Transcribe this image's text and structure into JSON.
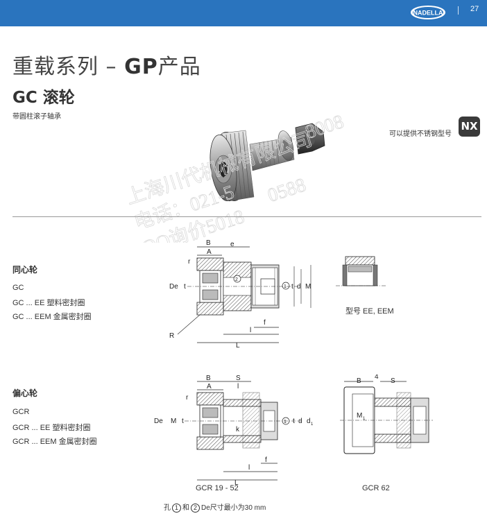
{
  "header": {
    "brand": "NADELLA",
    "page_number": "27"
  },
  "title": {
    "prefix": "重载系列 – ",
    "bold": "GP",
    "suffix": "产品"
  },
  "section": {
    "title": "GC 滚轮",
    "subtitle": "带圆柱滚子轴承"
  },
  "stainless": {
    "note": "可以提供不锈钢型号",
    "badge": "NX"
  },
  "watermark": {
    "line1": "上海川代机械有限公司",
    "line2": "电话：021-5",
    "line3": "QQ询价5018",
    "digits1": "8008",
    "digits2": "0588"
  },
  "concentric": {
    "title": "同心轮",
    "variants": [
      "GC",
      "GC ... EE 塑料密封圈",
      "GC ... EEM 金属密封圈"
    ],
    "caption_seals": "型号 EE, EEM"
  },
  "eccentric": {
    "title": "偏心轮",
    "variants": [
      "GCR",
      "GCR ... EE 塑料密封圈",
      "GCR ... EEM 金属密封圈"
    ],
    "caption_left": "GCR 19 - 52",
    "caption_right": "GCR 62"
  },
  "dims": {
    "B": "B",
    "A": "A",
    "e": "e",
    "r": "r",
    "De": "De",
    "t": "t",
    "d": "d",
    "M": "M",
    "R": "R",
    "l": "l",
    "f": "f",
    "L": "L",
    "S": "S",
    "l1": "l",
    "k": "k",
    "d1": "d",
    "M1": "M",
    "four": "4",
    "one": "1",
    "two": "2",
    "sub1": "1"
  },
  "footnote": {
    "prefix": "孔",
    "one": "1",
    "mid": "和",
    "two": "2",
    "suffix": "De尺寸最小为30 mm"
  }
}
